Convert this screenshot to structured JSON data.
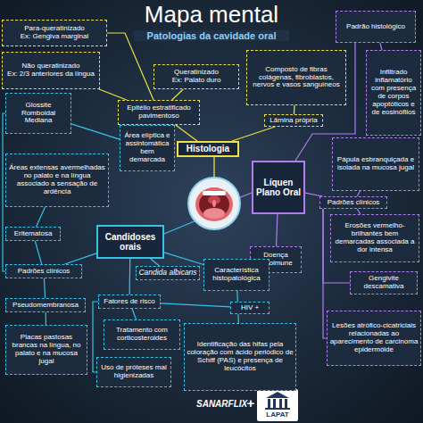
{
  "diagram": {
    "title": "Mapa mental",
    "nodes": [
      {
        "text": [
          "Para-queratinizado",
          "Ex: Gengiva marginal"
        ]
      },
      {
        "text": [
          "Não queratinizado",
          "Ex: 2/3 anteriores da língua"
        ]
      },
      {
        "text": [
          "Queratinizado",
          "Ex: Palato duro"
        ]
      },
      {
        "text": [
          "Composto de fibras colágenas, fibroblastos, nervos e vasos sanguíneos"
        ]
      },
      {
        "text": [
          "Padrão histológico"
        ]
      },
      {
        "text": [
          "Infiltrado inflamatório com presença de corpos apoptóticos e de eosinófilos"
        ]
      },
      {
        "text": [
          "Epitélio estratificado pavimentoso"
        ]
      },
      {
        "text": [
          "Lâmina própria"
        ]
      },
      {
        "text": [
          "Glossite Romboidal Mediana"
        ]
      },
      {
        "text": [
          "Área elíptica e assintomática bem demarcada"
        ]
      },
      {
        "text": [
          "Histologia"
        ]
      },
      {
        "text": [
          "Áreas extensas avermelhadas no palato e na língua associado a sensação de ardência"
        ]
      },
      {
        "text": [
          "Líquen Plano Oral"
        ]
      },
      {
        "text": [
          "Pápula esbranquiçada e isolada na mucosa jugal"
        ]
      },
      {
        "text": [
          "Padrões clínicos"
        ]
      },
      {
        "text": [
          "Eritematosa"
        ]
      },
      {
        "text": [
          "Candidoses orais"
        ]
      },
      {
        "text": [
          "Doença autoimune"
        ]
      },
      {
        "text": [
          "Erosões vermelho-brilhantes bem demarcadas associada a dor intensa"
        ]
      },
      {
        "text": [
          "Padrões clínicos"
        ]
      },
      {
        "text": [
          "Candida albicans"
        ]
      },
      {
        "text": [
          "Característica histopatológica"
        ]
      },
      {
        "text": [
          "Gengivite descamativa"
        ]
      },
      {
        "text": [
          "Pseudomembranosa"
        ]
      },
      {
        "text": [
          "Fatores de risco"
        ]
      },
      {
        "text": [
          "HIV +"
        ]
      },
      {
        "text": [
          "Lesões atrófico-cicatriciais relacionadas ao aparecimento de carcinoma epidermóide"
        ]
      },
      {
        "text": [
          "Placas pastosas brancas na língua, no palato e na mucosa jugal"
        ]
      },
      {
        "text": [
          "Tratamento com corticosteroides"
        ]
      },
      {
        "text": [
          "Identificação das hifas pela coloração com ácido periódico de Schiff (PAS) e presença de leucócitos"
        ]
      },
      {
        "text": [
          "Uso de próteses mal higienizadas"
        ]
      }
    ],
    "edges": [
      {
        "from": 0,
        "to": 6,
        "arrow": "none"
      },
      {
        "from": 1,
        "to": 6,
        "arrow": "none"
      },
      {
        "from": 2,
        "to": 6,
        "arrow": "none"
      },
      {
        "from": 6,
        "to": 10,
        "arrow": "none"
      },
      {
        "from": 3,
        "to": 7,
        "arrow": "none"
      },
      {
        "from": 7,
        "to": 10,
        "arrow": "none"
      },
      {
        "from": 4,
        "to": 5,
        "arrow": "none"
      },
      {
        "from": 4,
        "to": 12,
        "arrow": "none"
      },
      {
        "from": 12,
        "to": 14,
        "arrow": "none"
      },
      {
        "from": 14,
        "to": 13,
        "arrow": "none"
      },
      {
        "from": 14,
        "to": 18,
        "arrow": "none"
      },
      {
        "from": 14,
        "to": 22,
        "arrow": "none"
      },
      {
        "from": 14,
        "to": 26,
        "arrow": "none"
      },
      {
        "from": 12,
        "to": 17,
        "arrow": "none"
      },
      {
        "from": 8,
        "to": 9,
        "arrow": "none"
      },
      {
        "from": 19,
        "to": 8,
        "arrow": "none"
      },
      {
        "from": 11,
        "to": 15,
        "arrow": "none"
      },
      {
        "from": 15,
        "to": 19,
        "arrow": "none"
      },
      {
        "from": 19,
        "to": 23,
        "arrow": "none"
      },
      {
        "from": 23,
        "to": 27,
        "arrow": "none"
      },
      {
        "from": 16,
        "to": 19,
        "arrow": "none"
      },
      {
        "from": 16,
        "to": 20,
        "arrow": "none"
      },
      {
        "from": 16,
        "to": 21,
        "arrow": "none"
      },
      {
        "from": 21,
        "to": 29,
        "arrow": "none"
      },
      {
        "from": 16,
        "to": 24,
        "arrow": "none"
      },
      {
        "from": 24,
        "to": 25,
        "arrow": "none"
      },
      {
        "from": 24,
        "to": 28,
        "arrow": "none"
      },
      {
        "from": 24,
        "to": 30,
        "arrow": "none"
      }
    ],
    "labels": [
      "Patologias da cavidade oral",
      "SANARFLIX",
      "+",
      "LAPAT"
    ]
  }
}
